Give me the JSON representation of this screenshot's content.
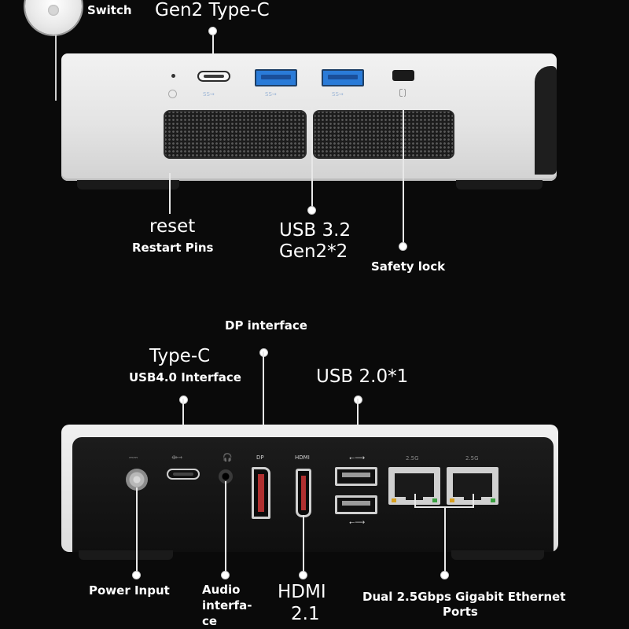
{
  "top": {
    "switch_label": "Switch",
    "gen2_typec_label": "Gen2 Type-C",
    "reset_label": "reset",
    "restart_pins_label": "Restart Pins",
    "usb32_line1": "USB 3.2",
    "usb32_line2": "Gen2*2",
    "safety_lock_label": "Safety lock"
  },
  "bottom": {
    "dp_label": "DP interface",
    "typec_label": "Type-C",
    "usb4_label": "USB4.0 Interface",
    "usb20_label": "USB 2.0*1",
    "power_label": "Power Input",
    "audio_line1": "Audio",
    "audio_line2": "interfa-",
    "audio_line3": "ce",
    "hdmi_line1": "HDMI",
    "hdmi_line2": "2.1",
    "ethernet_line1": "Dual 2.5Gbps Gigabit Ethernet",
    "ethernet_line2": "Ports"
  },
  "port_markings": {
    "dp": "DP",
    "hdmi": "HDMI",
    "lan1": "2.5G",
    "lan2": "2.5G"
  },
  "colors": {
    "background": "#0a0a0a",
    "label": "#ffffff",
    "usb3_port": "#2a7bd8",
    "chassis_silver": "#e6e6e6",
    "chassis_back": "#141414"
  }
}
